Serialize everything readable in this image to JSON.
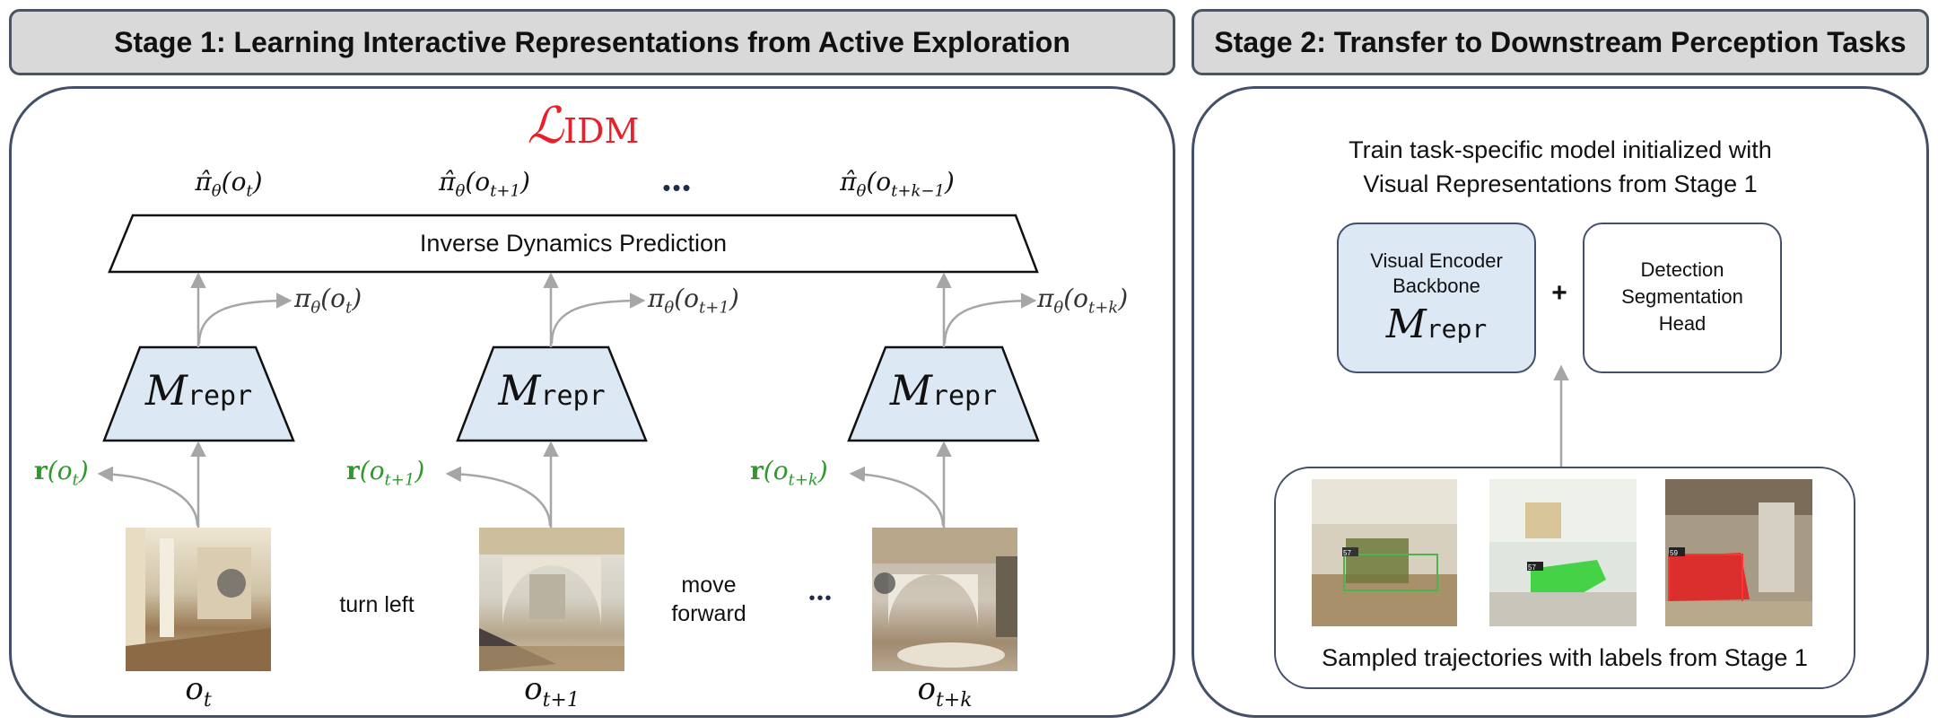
{
  "stage1": {
    "title": "Stage 1: Learning Interactive Representations from Active Exploration",
    "loss": {
      "main": "ℒ",
      "sub": "IDM"
    },
    "predictions": [
      {
        "base": "π̂",
        "sub": "θ",
        "arg": "(o",
        "argsub": "t",
        "close": ")"
      },
      {
        "base": "π̂",
        "sub": "θ",
        "arg": "(o",
        "argsub": "t+1",
        "close": ")"
      },
      {
        "base": "π̂",
        "sub": "θ",
        "arg": "(o",
        "argsub": "t+k−1",
        "close": ")"
      }
    ],
    "pred_ellipsis": "•••",
    "idp_label": "Inverse Dynamics Prediction",
    "policy": [
      {
        "base": "π",
        "sub": "θ",
        "arg": "(o",
        "argsub": "t",
        "close": ")"
      },
      {
        "base": "π",
        "sub": "θ",
        "arg": "(o",
        "argsub": "t+1",
        "close": ")"
      },
      {
        "base": "π",
        "sub": "θ",
        "arg": "(o",
        "argsub": "t+k",
        "close": ")"
      }
    ],
    "encoder": {
      "base": "M",
      "sub": "repr"
    },
    "rewards": [
      {
        "base": "r",
        "arg": "(o",
        "argsub": "t",
        "close": ")"
      },
      {
        "base": "r",
        "arg": "(o",
        "argsub": "t+1",
        "close": ")"
      },
      {
        "base": "r",
        "arg": "(o",
        "argsub": "t+k",
        "close": ")"
      }
    ],
    "observations": [
      {
        "base": "o",
        "sub": "t"
      },
      {
        "base": "o",
        "sub": "t+1"
      },
      {
        "base": "o",
        "sub": "t+k"
      }
    ],
    "actions": [
      "turn left",
      "move",
      "forward"
    ],
    "obs_ellipsis": "•••"
  },
  "stage2": {
    "title": "Stage 2: Transfer to Downstream Perception Tasks",
    "desc_line1": "Train task-specific model initialized with",
    "desc_line2": "Visual Representations from Stage 1",
    "encoder_line1": "Visual Encoder",
    "encoder_line2": "Backbone",
    "encoder_symbol": {
      "base": "M",
      "sub": "repr"
    },
    "plus": "+",
    "head_line1": "Detection",
    "head_line2": "Segmentation",
    "head_line3": "Head",
    "samples_caption": "Sampled trajectories with labels from Stage 1",
    "sample_tags": [
      "57",
      "57",
      "59"
    ]
  },
  "colors": {
    "accent_red": "#e8202a",
    "reward_green": "#2e9a2e",
    "box_fill": "#dde8f5",
    "arrow_gray": "#a6a6a6",
    "ellipsis_navy": "#1f2b4d"
  }
}
